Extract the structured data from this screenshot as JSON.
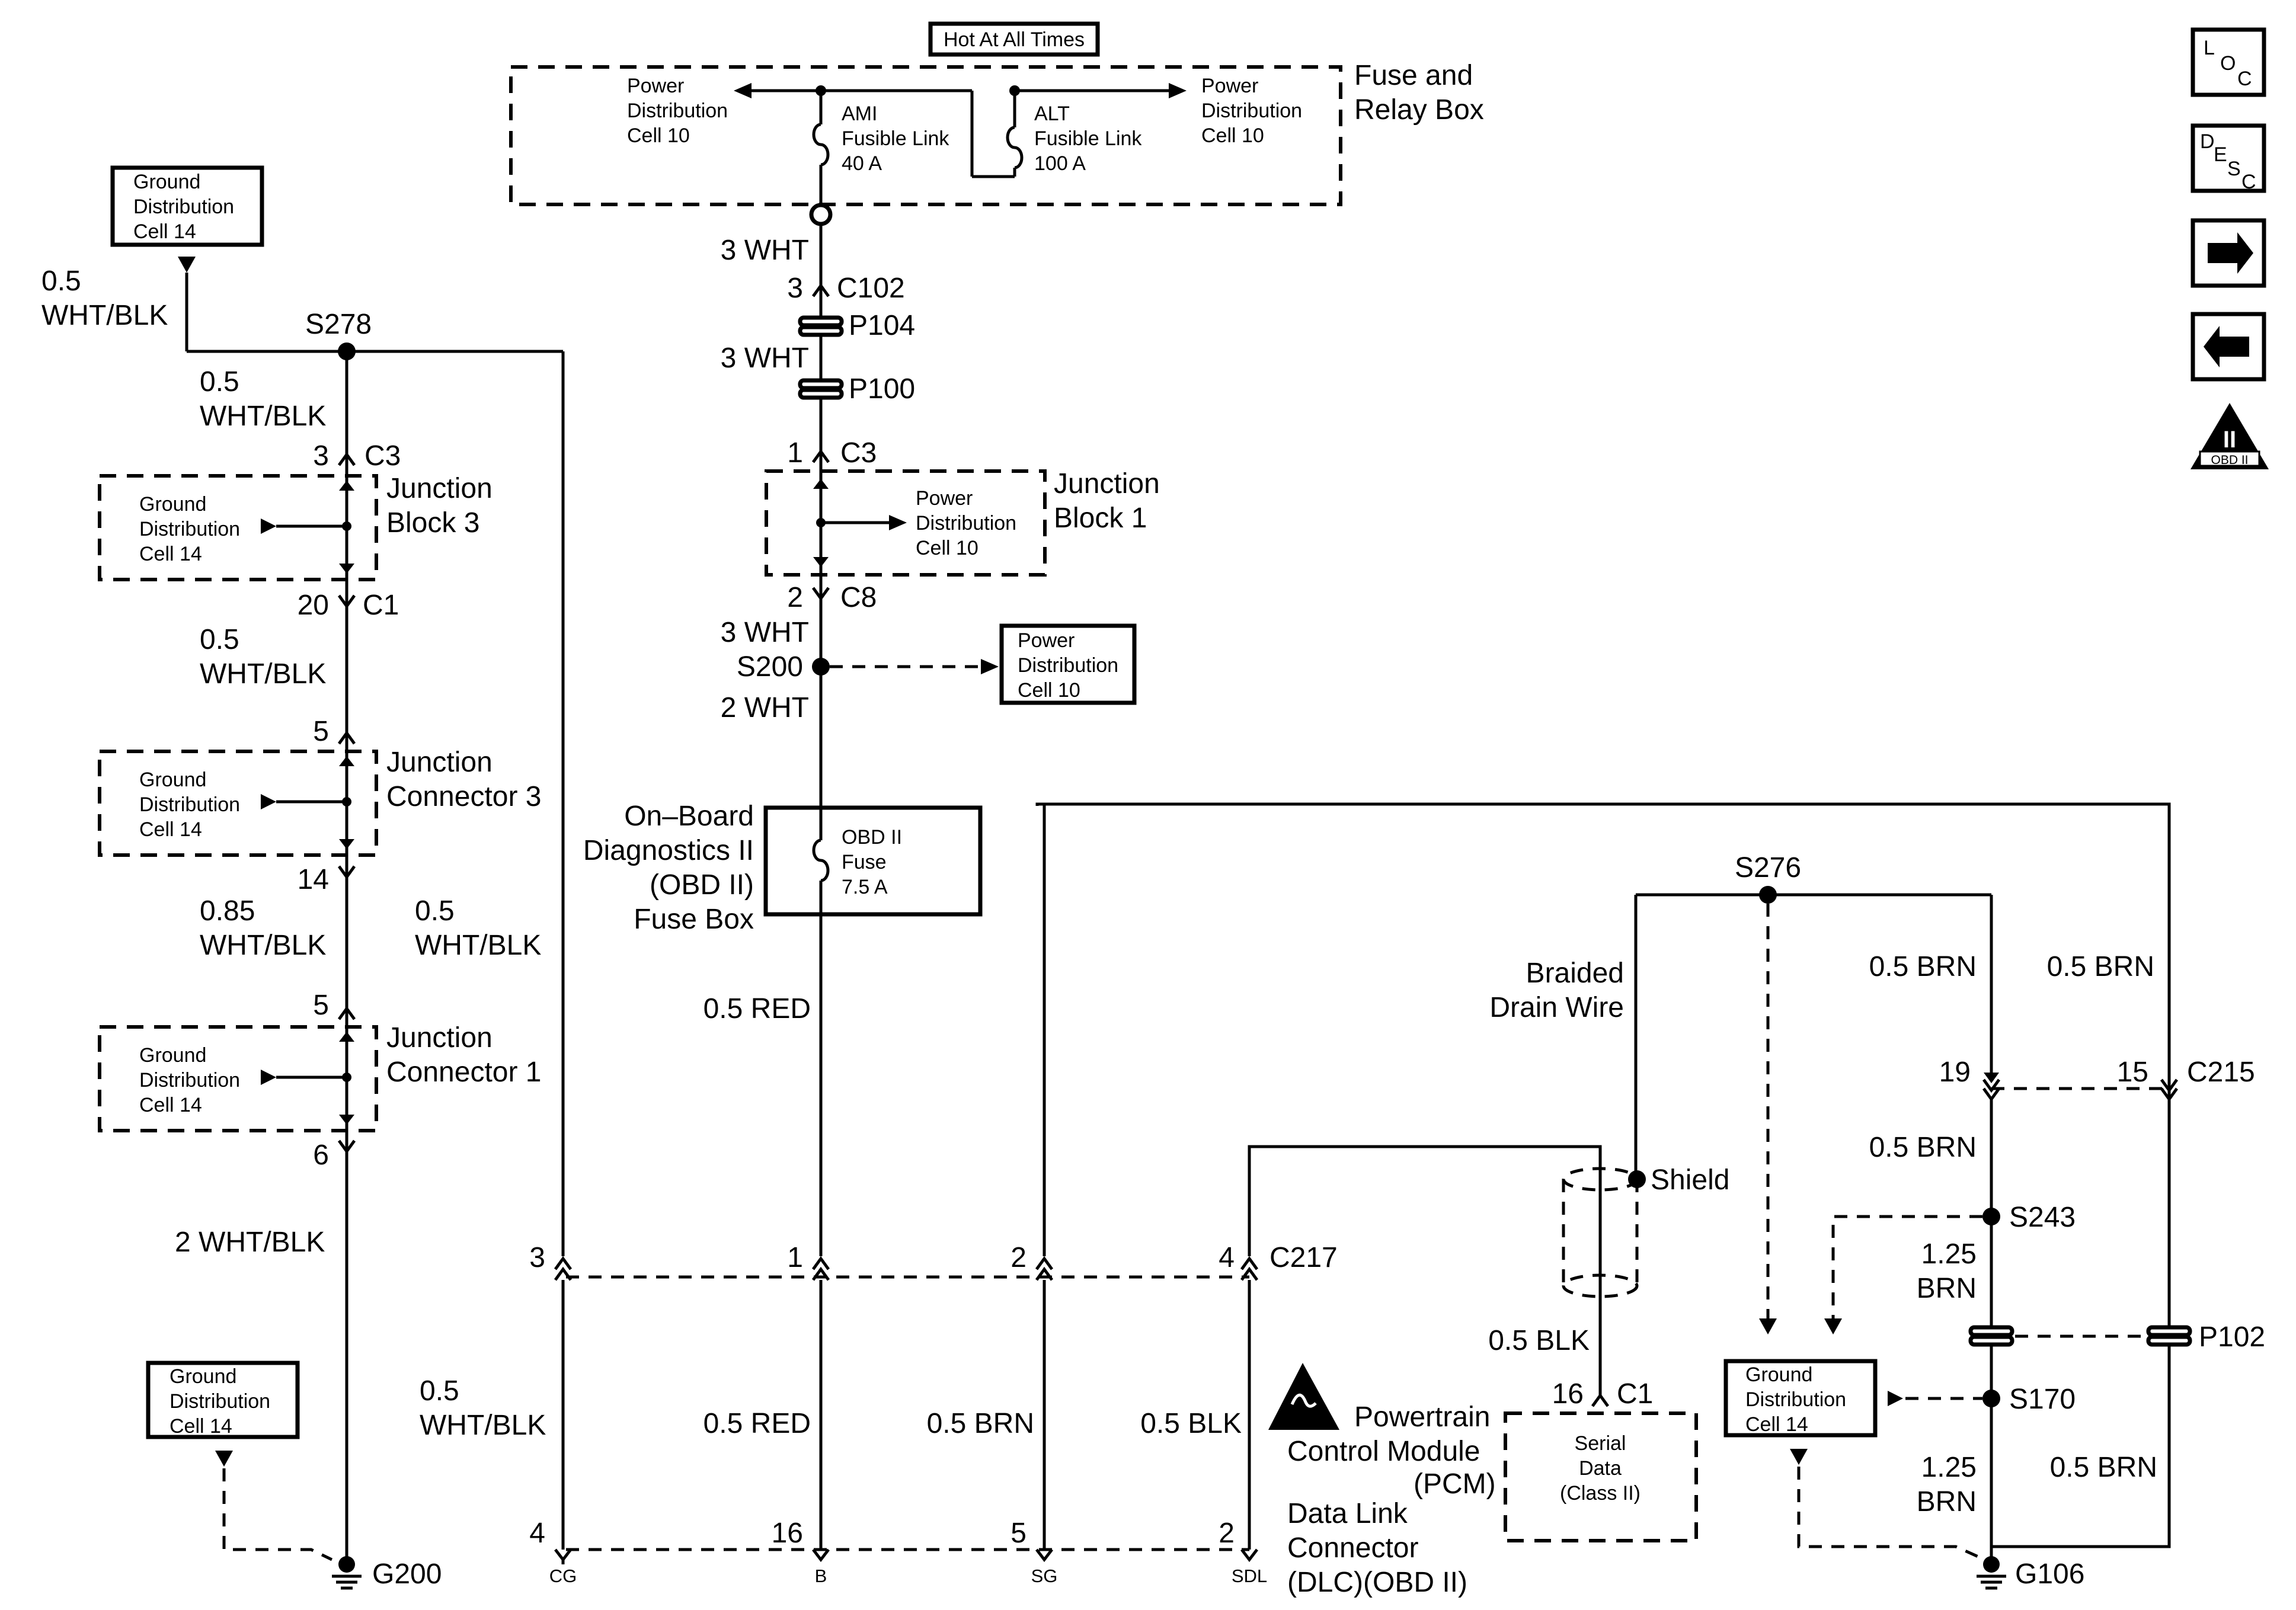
{
  "header": {
    "hot_label": "Hot At All Times",
    "fuse_relay_box": [
      "Fuse and",
      "Relay Box"
    ]
  },
  "fuse_box": {
    "pd_left": [
      "Power",
      "Distribution",
      "Cell 10"
    ],
    "pd_right": [
      "Power",
      "Distribution",
      "Cell 10"
    ],
    "ami": [
      "AMI",
      "Fusible Link",
      "40 A"
    ],
    "alt": [
      "ALT",
      "Fusible Link",
      "100 A"
    ]
  },
  "center_circuit": {
    "wire_3wht_a": "3 WHT",
    "pin_3": "3",
    "c102": "C102",
    "p104": "P104",
    "wire_3wht_b": "3 WHT",
    "p100": "P100",
    "jb1_pin_top": "1",
    "jb1_conn_top": "C3",
    "jb1_label": [
      "Junction",
      "Block 1"
    ],
    "jb1_pd": [
      "Power",
      "Distribution",
      "Cell 10"
    ],
    "jb1_pin_bot": "2",
    "jb1_conn_bot": "C8",
    "wire_3wht_c": "3 WHT",
    "s200": "S200",
    "wire_2wht": "2 WHT",
    "s200_pd": [
      "Power",
      "Distribution",
      "Cell 10"
    ],
    "obd_fuse_box_label": [
      "On–Board",
      "Diagnostics II",
      "(OBD II)",
      "Fuse Box"
    ],
    "obd_fuse": [
      "OBD II",
      "Fuse",
      "7.5 A"
    ],
    "wire_red_a": "0.5 RED",
    "wire_red_b": "0.5 RED"
  },
  "left_circuit": {
    "gd_top": [
      "Ground",
      "Distribution",
      "Cell 14"
    ],
    "wire_top": [
      "0.5",
      "WHT/BLK"
    ],
    "s278": "S278",
    "wire_a": [
      "0.5",
      "WHT/BLK"
    ],
    "pin_c3": "3",
    "conn_c3": "C3",
    "jb3_label": [
      "Junction",
      "Block 3"
    ],
    "jb3_gd": [
      "Ground",
      "Distribution",
      "Cell 14"
    ],
    "pin_20": "20",
    "conn_c1": "C1",
    "wire_b": [
      "0.5",
      "WHT/BLK"
    ],
    "pin_5a": "5",
    "jc3_label": [
      "Junction",
      "Connector 3"
    ],
    "jc3_gd": [
      "Ground",
      "Distribution",
      "Cell 14"
    ],
    "pin_14": "14",
    "wire_c": [
      "0.85",
      "WHT/BLK"
    ],
    "wire_d": [
      "0.5",
      "WHT/BLK"
    ],
    "pin_5b": "5",
    "jc1_label": [
      "Junction",
      "Connector 1"
    ],
    "jc1_gd": [
      "Ground",
      "Distribution",
      "Cell 14"
    ],
    "pin_6": "6",
    "wire_e": "2 WHT/BLK",
    "wire_f": [
      "0.5",
      "WHT/BLK"
    ],
    "gd_bottom": [
      "Ground",
      "Distribution",
      "Cell 14"
    ],
    "g200": "G200"
  },
  "c217": {
    "label": "C217",
    "pin_3": "3",
    "pin_1": "1",
    "pin_2": "2",
    "pin_4": "4",
    "dlc_pin_4": "4",
    "dlc_pin_16": "16",
    "dlc_pin_5": "5",
    "dlc_pin_2": "2",
    "cg": "CG",
    "b": "B",
    "sg": "SG",
    "sdl": "SDL",
    "wire_brn": "0.5 BRN",
    "wire_blk": "0.5 BLK"
  },
  "dlc_label": [
    "Data Link",
    "Connector",
    "(DLC)(OBD II)"
  ],
  "pcm": {
    "label": [
      "Powertrain",
      "Control Module",
      "(PCM)"
    ],
    "serial": [
      "Serial",
      "Data",
      "(Class II)"
    ],
    "pin_16": "16",
    "conn_c1": "C1"
  },
  "right_circuit": {
    "s276": "S276",
    "drain_wire": [
      "Braided",
      "Drain Wire"
    ],
    "shield": "Shield",
    "wire_blk": "0.5 BLK",
    "wire_brn_a": "0.5 BRN",
    "wire_brn_b": "0.5 BRN",
    "pin_19": "19",
    "pin_15": "15",
    "c215": "C215",
    "wire_brn_c": "0.5 BRN",
    "s243": "S243",
    "wire_125a": [
      "1.25",
      "BRN"
    ],
    "p102": "P102",
    "gd": [
      "Ground",
      "Distribution",
      "Cell 14"
    ],
    "s170": "S170",
    "wire_125b": [
      "1.25",
      "BRN"
    ],
    "wire_brn_d": "0.5 BRN",
    "g106": "G106"
  },
  "nav": {
    "loc": [
      "L",
      "O",
      "C"
    ],
    "desc": [
      "D",
      "E",
      "S",
      "C"
    ],
    "obd_badge": [
      "II",
      "OBD II"
    ]
  }
}
